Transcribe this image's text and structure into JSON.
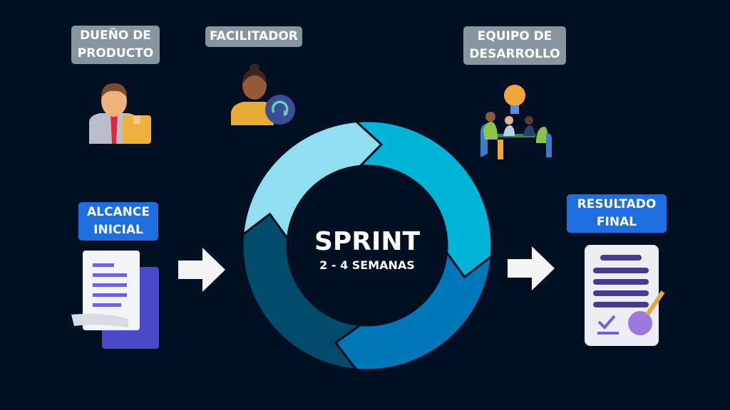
{
  "roles": {
    "product_owner": "DUEÑO DE PRODUCTO",
    "facilitator": "FACILITADOR",
    "dev_team": "EQUIPO DE DESARROLLO"
  },
  "inputs": {
    "initial_scope": "ALCANCE INICIAL"
  },
  "outputs": {
    "final_result": "RESULTADO FINAL"
  },
  "sprint": {
    "title": "SPRINT",
    "duration": "2 - 4 SEMANAS"
  },
  "colors": {
    "background": "#010f22",
    "label_gray": "#8795a0",
    "label_blue": "#1d6fe0",
    "seg1": "#8fdff0",
    "seg2": "#00b4d8",
    "seg3": "#0077b6",
    "seg4": "#034b6b"
  }
}
